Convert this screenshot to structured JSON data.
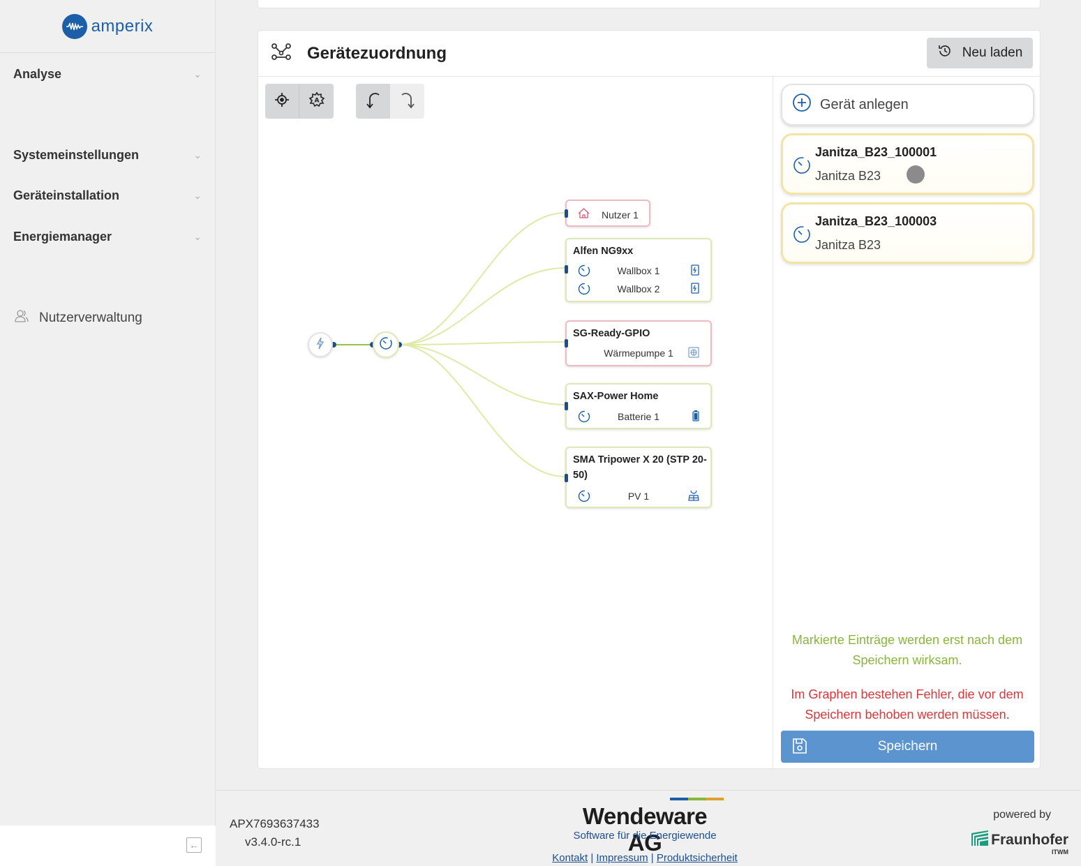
{
  "app": {
    "logo_text": "amperix"
  },
  "sidebar": {
    "items": [
      {
        "label": "Analyse",
        "chevron": "chevron-down-icon"
      },
      {
        "label": "Systemeinstellungen",
        "chevron": "chevron-down-icon"
      },
      {
        "label": "Geräteinstallation",
        "chevron": "chevron-down-icon"
      },
      {
        "label": "Energiemanager",
        "chevron": "chevron-down-icon"
      }
    ],
    "user_admin": {
      "label": "Nutzerverwaltung",
      "icon": "users-icon"
    },
    "collapse_icon": "collapse-sidebar-icon"
  },
  "panel": {
    "title": "Gerätezuordnung",
    "title_icon": "graph-icon",
    "reload_label": "Neu laden",
    "reload_icon": "history-icon"
  },
  "toolbar": {
    "buttons": [
      "focus-icon",
      "auto-layout-icon",
      "undo-icon",
      "redo-icon"
    ]
  },
  "graph": {
    "nodes": [
      {
        "title": "",
        "rows": [
          {
            "label": "Nutzer 1",
            "icon": "home-icon"
          }
        ],
        "status": "error"
      },
      {
        "title": "Alfen NG9xx",
        "rows": [
          {
            "label": "Wallbox 1",
            "icon": "meter-icon",
            "end_icon": "wallbox-icon"
          },
          {
            "label": "Wallbox 2",
            "icon": "meter-icon",
            "end_icon": "wallbox-icon"
          }
        ],
        "status": "ok"
      },
      {
        "title": "SG-Ready-GPIO",
        "rows": [
          {
            "label": "Wärmepumpe 1",
            "icon": "",
            "end_icon": "heatpump-icon"
          }
        ],
        "status": "error"
      },
      {
        "title": "SAX-Power Home",
        "rows": [
          {
            "label": "Batterie 1",
            "icon": "meter-icon",
            "end_icon": "battery-icon"
          }
        ],
        "status": "ok"
      },
      {
        "title": "SMA Tripower X 20 (STP 20-50)",
        "title_line1": "SMA Tripower X 20 (STP 20-",
        "title_line2": "50)",
        "rows": [
          {
            "label": "PV 1",
            "icon": "meter-icon",
            "end_icon": "solar-icon"
          }
        ],
        "status": "ok"
      }
    ],
    "grid_icon": "grid-icon",
    "meter_icon": "meter-icon"
  },
  "devices": {
    "add_label": "Gerät anlegen",
    "add_icon": "plus-circle-icon",
    "list": [
      {
        "name": "Janitza_B23_100001",
        "type": "Janitza B23",
        "icon": "meter-icon",
        "status_dot": true
      },
      {
        "name": "Janitza_B23_100003",
        "type": "Janitza B23",
        "icon": "meter-icon",
        "status_dot": false
      }
    ]
  },
  "messages": {
    "info": "Markierte Einträge werden erst nach dem Speichern wirksam.",
    "info_line1": "Markierte Einträge werden erst nach dem",
    "info_line2": "Speichern wirksam.",
    "error_line1": "Im Graphen bestehen Fehler, die vor dem",
    "error_line2": "Speichern behoben werden müssen.",
    "colors": {
      "info": "#8ab53b",
      "error": "#d9383c"
    }
  },
  "save": {
    "label": "Speichern",
    "icon": "save-icon",
    "color": "#5b94cf"
  },
  "footer": {
    "serial": "APX7693637433",
    "version": "v3.4.0-rc.1",
    "brand": "Wendeware AG",
    "tagline": "Software für die Energiewende",
    "links": [
      "Kontakt",
      "Impressum",
      "Produktsicherheit"
    ],
    "powered_by": "powered by",
    "partner": "Fraunhofer",
    "partner_sub": "ITWM"
  },
  "colors": {
    "brand": "#1c5fa8",
    "node_ok": "#dfe9b8",
    "node_error": "#f1b9c4",
    "edge": "#dfe9a8"
  }
}
